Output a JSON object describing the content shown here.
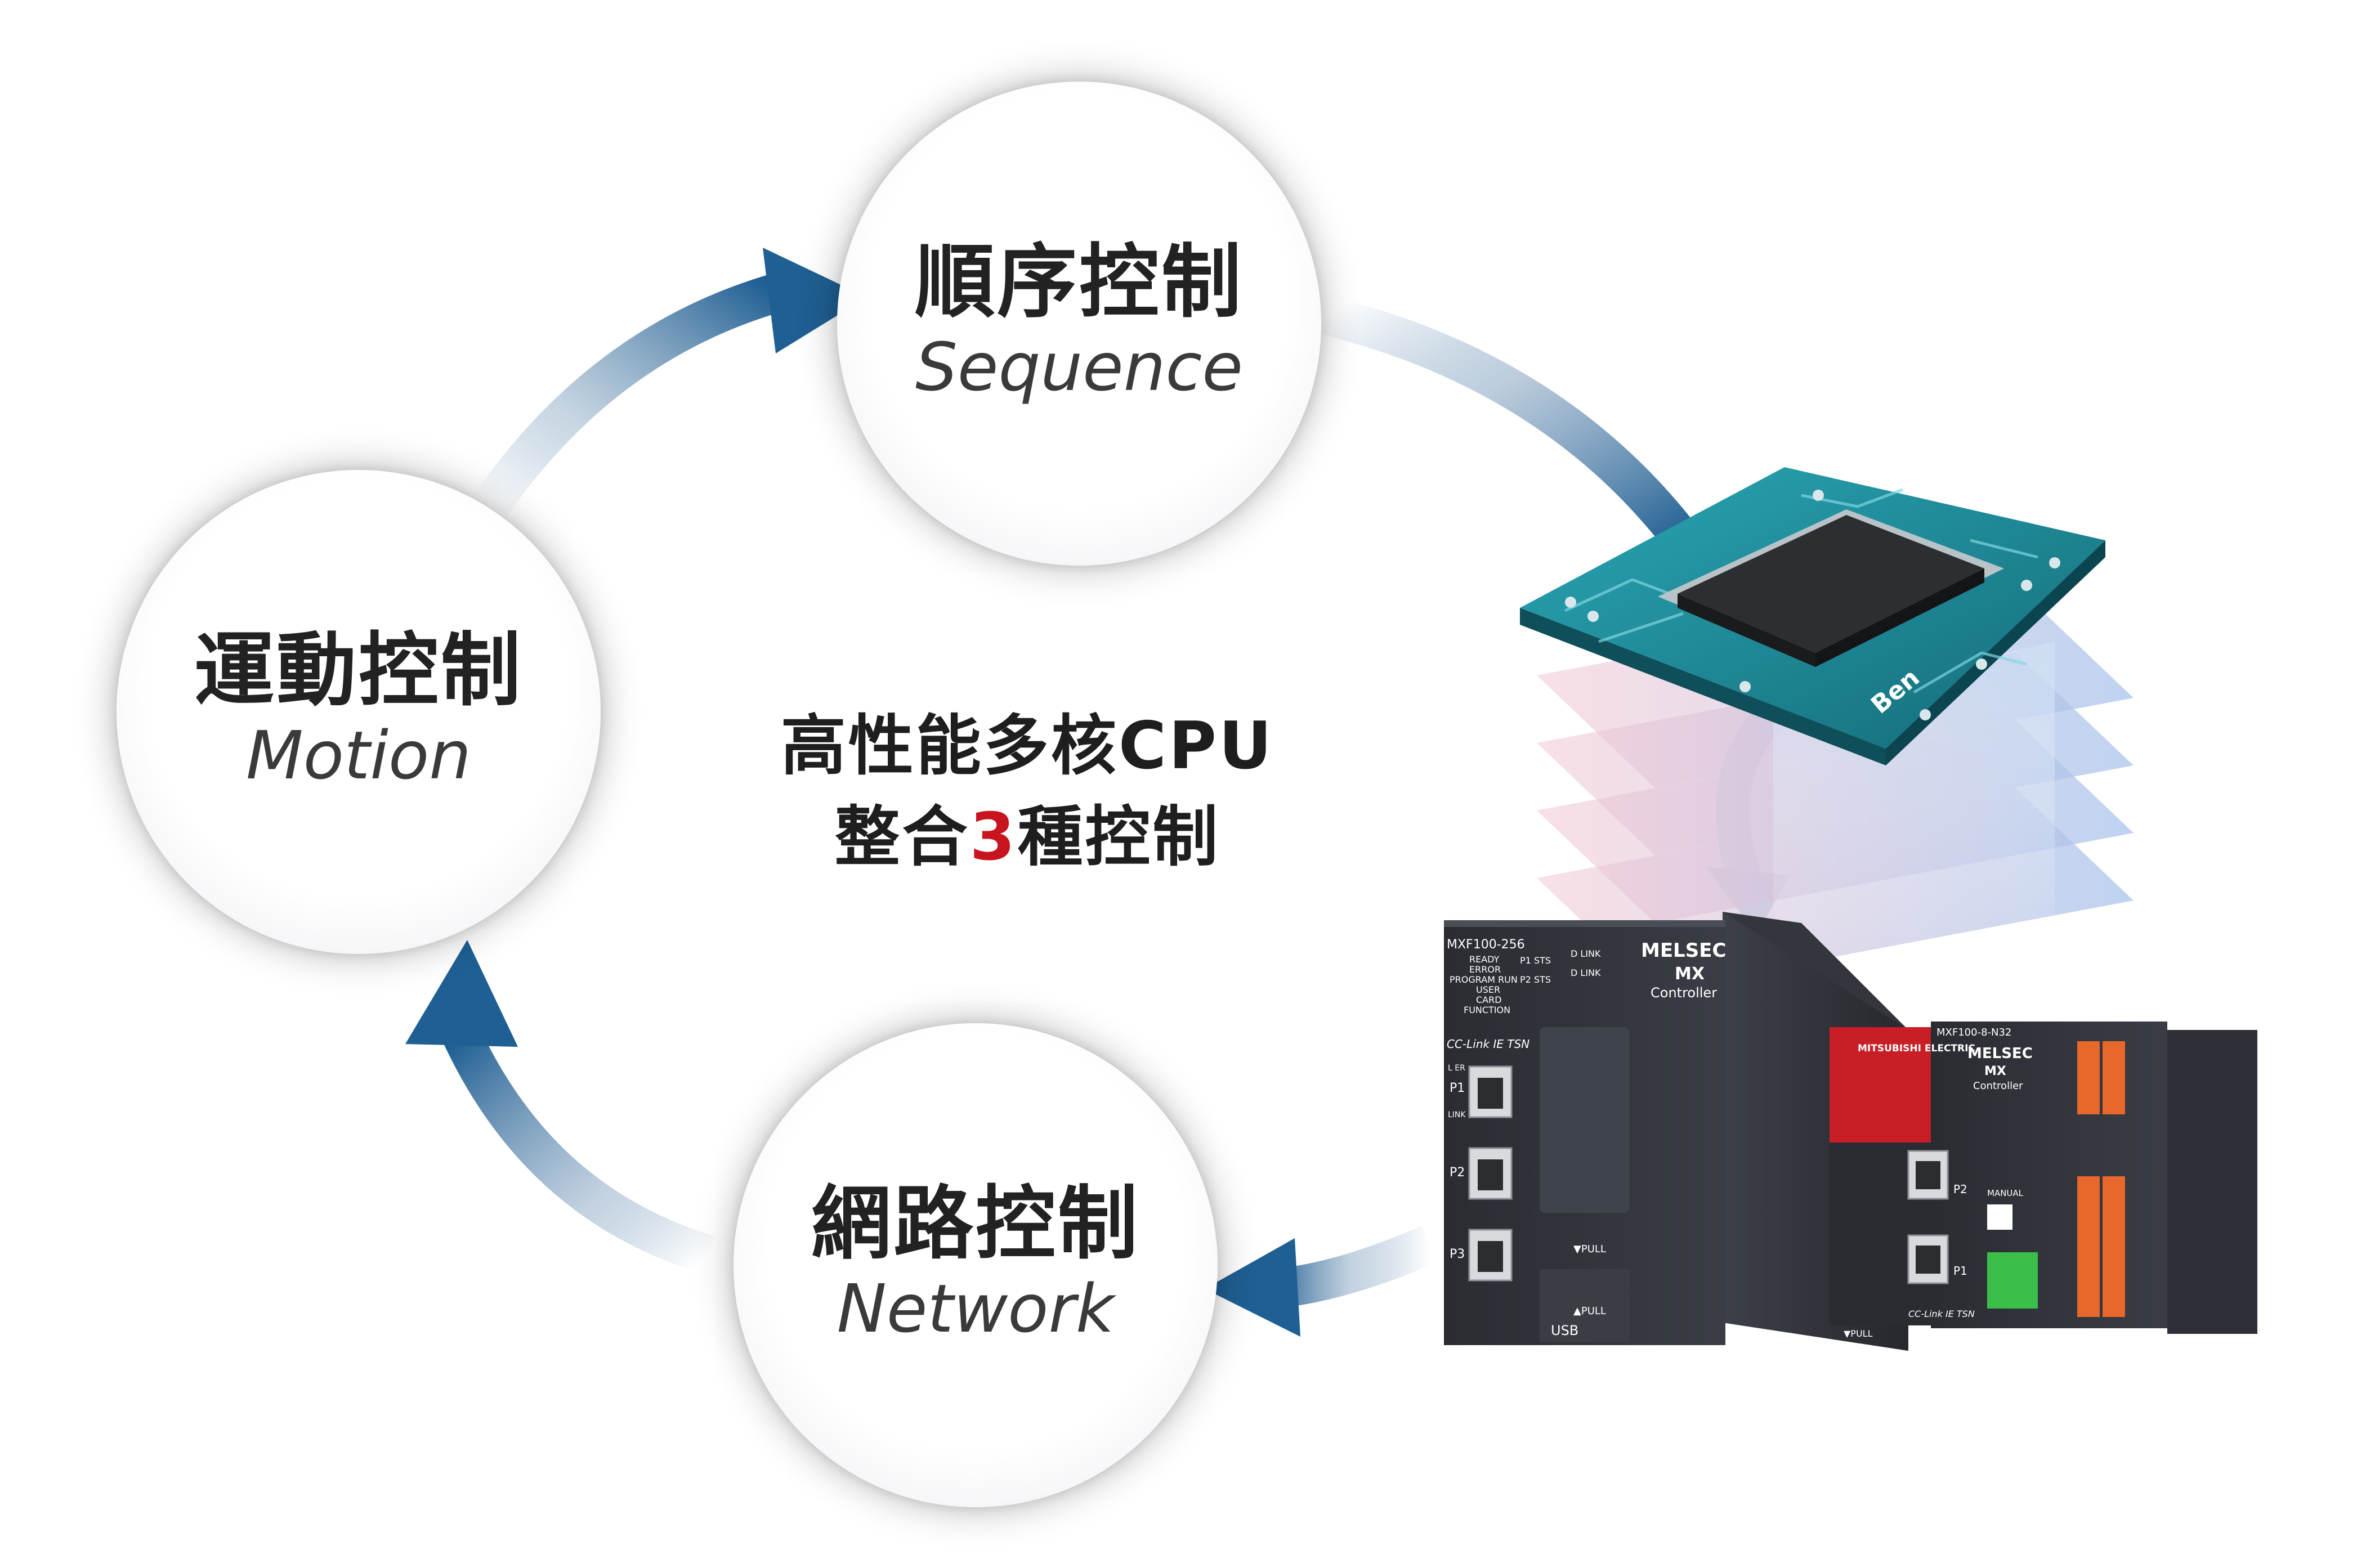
{
  "nodes": {
    "sequence": {
      "zh": "順序控制",
      "en": "Sequence"
    },
    "motion": {
      "zh": "運動控制",
      "en": "Motion"
    },
    "network": {
      "zh": "網路控制",
      "en": "Network"
    }
  },
  "center": {
    "line1": "高性能多核CPU",
    "line2_prefix": "整合",
    "line2_number": "3",
    "line2_suffix": "種控制"
  },
  "chip_label": "Ben",
  "controller_large": {
    "model": "MXF100-256",
    "brand": "MELSEC",
    "series": "MX",
    "type": "Controller",
    "leds": [
      "READY",
      "ERROR",
      "PROGRAM RUN",
      "USER",
      "CARD",
      "FUNCTION"
    ],
    "status_labels": [
      "P1 STS",
      "P2 STS",
      "D LINK",
      "D LINK"
    ],
    "network_logo": "CC-Link IE TSN",
    "ports": [
      "P1",
      "P2",
      "P3"
    ],
    "port_leds": [
      "L ER",
      "LINK"
    ],
    "pull_labels": [
      "▼PULL",
      "▲PULL"
    ],
    "usb_label": "USB"
  },
  "controller_small": {
    "maker": "MITSUBISHI ELECTRIC",
    "model": "MXF100-8-N32",
    "brand": "MELSEC",
    "series": "MX",
    "type": "Controller",
    "ports": [
      "P2",
      "P1"
    ],
    "manual_label": "MANUAL",
    "network_logo": "CC-Link IE TSN",
    "pull_label": "▼PULL"
  },
  "colors": {
    "arrow": "#1f5f93",
    "accent_red": "#c8141e",
    "pcb": "#1d7f8c",
    "controller_body": "#2b2d33",
    "terminal_orange": "#e8672a",
    "connector_green": "#3cbf4a"
  }
}
